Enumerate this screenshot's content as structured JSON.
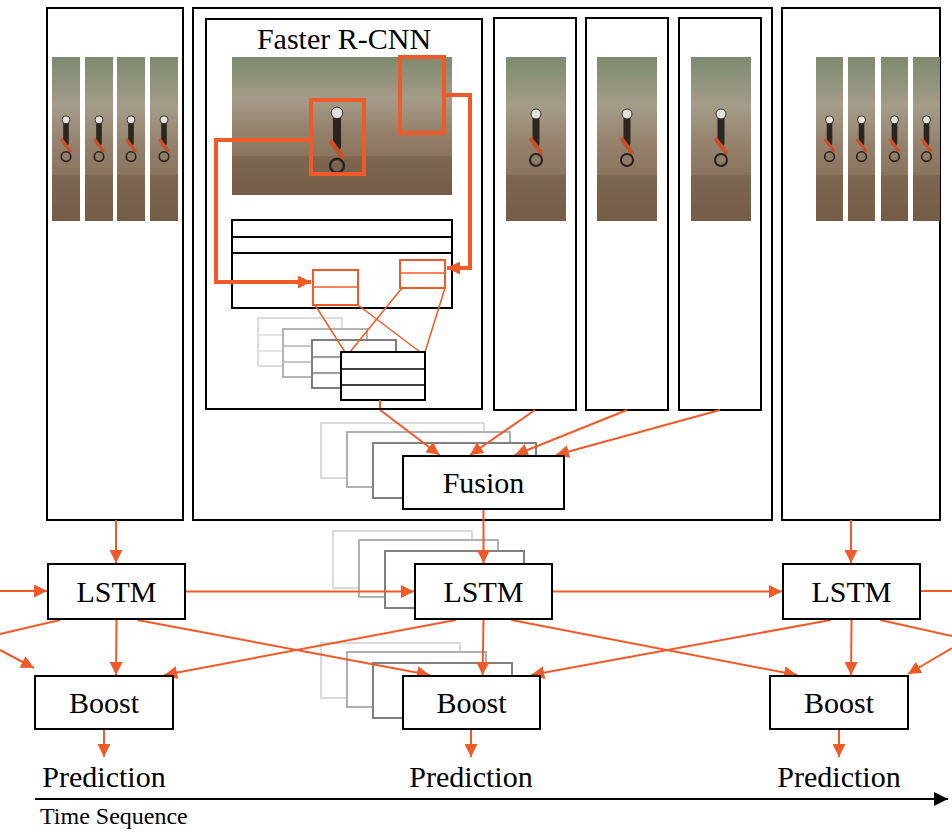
{
  "diagram": {
    "nodes": [
      {
        "text": [
          "Faster R-CNN"
        ]
      },
      {
        "text": [
          "Fusion"
        ]
      },
      {
        "text": [
          "LSTM"
        ]
      },
      {
        "text": [
          "LSTM"
        ]
      },
      {
        "text": [
          "LSTM"
        ]
      },
      {
        "text": [
          "Boost"
        ]
      },
      {
        "text": [
          "Boost"
        ]
      },
      {
        "text": [
          "Boost"
        ]
      }
    ],
    "edges": [
      {
        "from": 0,
        "to": 1,
        "arrow": "to"
      },
      {
        "from": 1,
        "to": 3,
        "arrow": "to"
      },
      {
        "from": 2,
        "to": 3,
        "arrow": "to"
      },
      {
        "from": 3,
        "to": 4,
        "arrow": "to"
      },
      {
        "from": 2,
        "to": 5,
        "arrow": "to"
      },
      {
        "from": 2,
        "to": 6,
        "arrow": "to"
      },
      {
        "from": 3,
        "to": 5,
        "arrow": "to"
      },
      {
        "from": 3,
        "to": 6,
        "arrow": "to"
      },
      {
        "from": 3,
        "to": 7,
        "arrow": "to"
      },
      {
        "from": 4,
        "to": 6,
        "arrow": "to"
      },
      {
        "from": 4,
        "to": 7,
        "arrow": "to"
      }
    ],
    "labels": [
      "Prediction",
      "Prediction",
      "Prediction",
      "Time Sequence"
    ]
  }
}
